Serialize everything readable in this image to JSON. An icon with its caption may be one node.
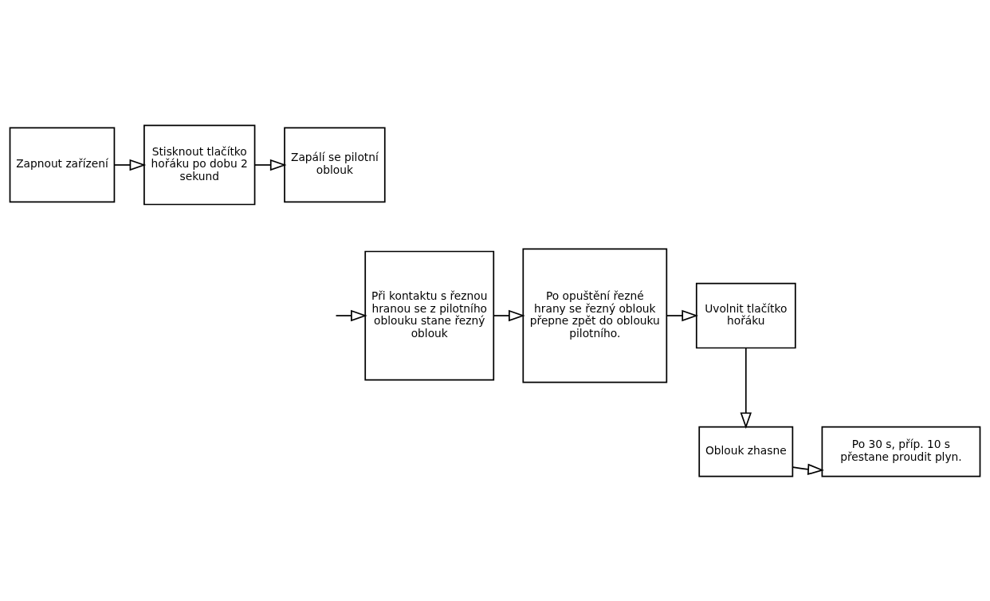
{
  "diagram": {
    "nodes": [
      {
        "text": [
          "Zapnout zařízení"
        ]
      },
      {
        "text": [
          "Stisknout tlačítko hořáku po dobu 2 sekund"
        ]
      },
      {
        "text": [
          "Zapálí se pilotní oblouk"
        ]
      },
      {
        "text": [
          "Při kontaktu s řeznou hranou se z pilotního oblouku stane řezný oblouk"
        ]
      },
      {
        "text": [
          "Po opuštění řezné hrany se řezný oblouk přepne zpět do oblouku pilotního."
        ]
      },
      {
        "text": [
          "Uvolnit tlačítko hořáku"
        ]
      },
      {
        "text": [
          "Oblouk zhasne"
        ]
      },
      {
        "text": [
          "Po 30 s, příp. 10 s přestane proudit plyn."
        ]
      }
    ],
    "edges": [
      {
        "from": 0,
        "to": 1,
        "arrow": "to"
      },
      {
        "from": 1,
        "to": 2,
        "arrow": "to"
      },
      {
        "from": null,
        "to": 3,
        "arrow": "to"
      },
      {
        "from": 3,
        "to": 4,
        "arrow": "to"
      },
      {
        "from": 4,
        "to": 5,
        "arrow": "to"
      },
      {
        "from": 5,
        "to": 6,
        "arrow": "to"
      },
      {
        "from": 6,
        "to": 7,
        "arrow": "to"
      }
    ]
  }
}
